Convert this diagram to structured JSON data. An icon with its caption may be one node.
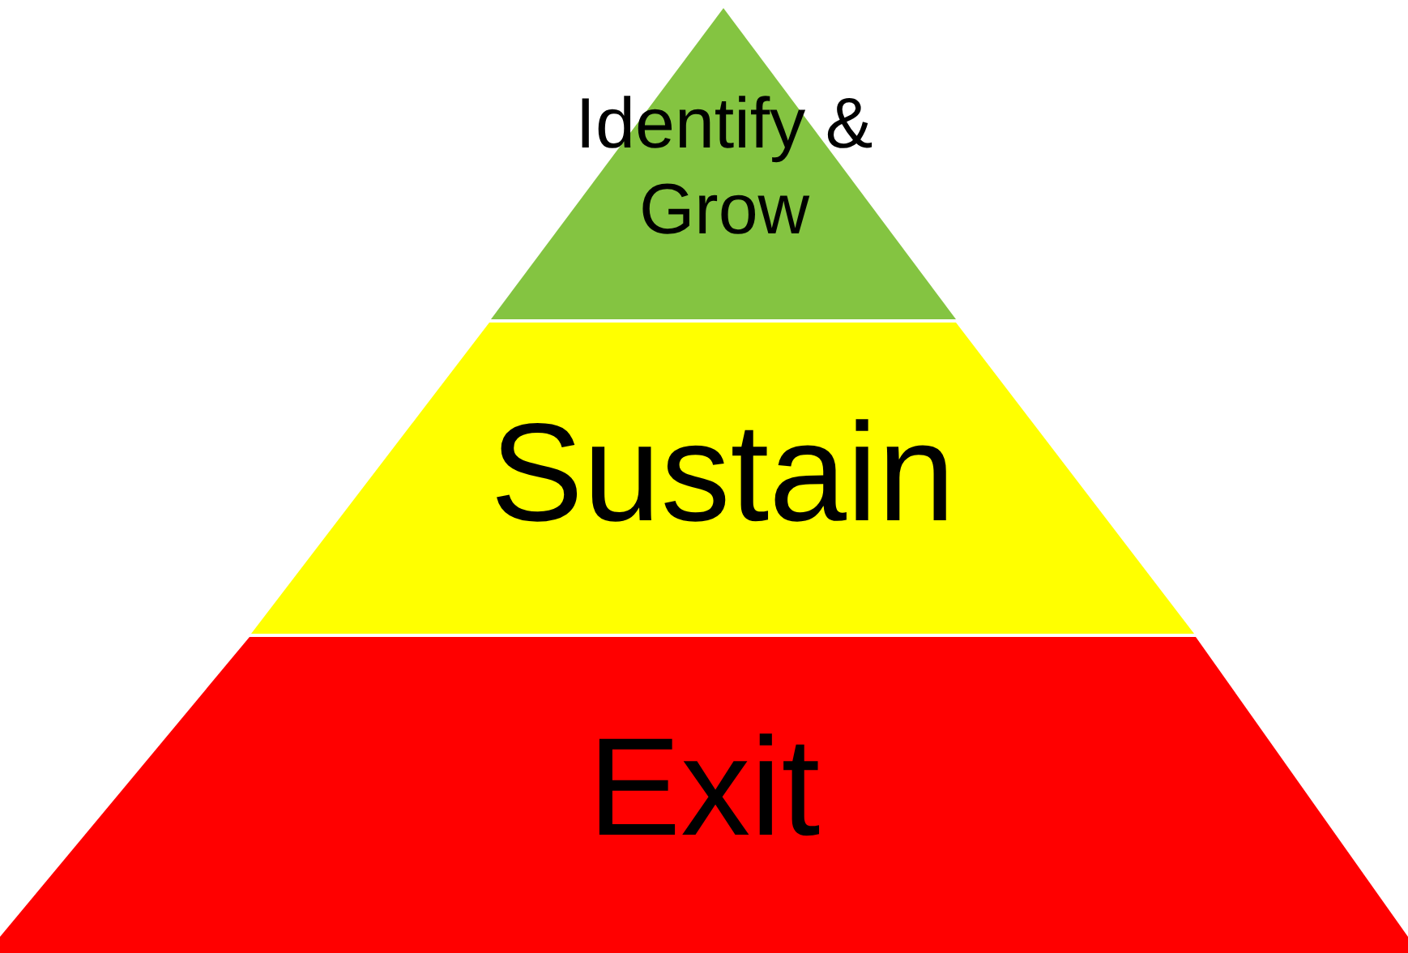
{
  "diagram": {
    "nodes": [
      {
        "text": [
          "Identify & Grow"
        ]
      },
      {
        "text": [
          "Sustain"
        ]
      },
      {
        "text": [
          "Exit"
        ]
      }
    ]
  }
}
